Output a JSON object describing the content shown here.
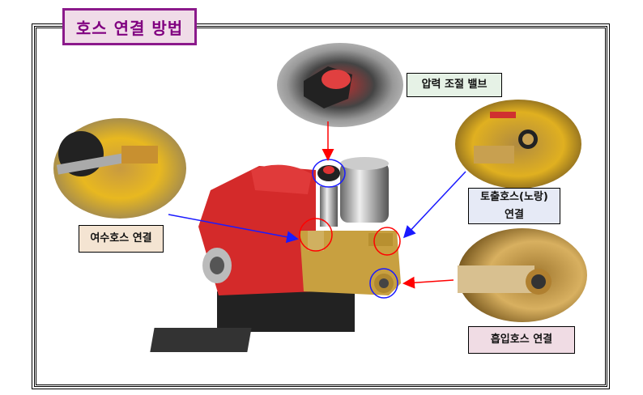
{
  "title": "호스 연결 방법",
  "labels": {
    "pressure_valve": "압력 조절 밸브",
    "discharge_hose_line1": "토출호스(노랑)",
    "discharge_hose_line2": "연결",
    "return_hose": "여수호스 연결",
    "suction_hose": "흡입호스 연결"
  },
  "colors": {
    "title": "#800080",
    "pump": "#d42a2a",
    "brass": "#c8a040",
    "blue_arrow": "#1a1aff",
    "red_arrow": "#ff0000"
  }
}
